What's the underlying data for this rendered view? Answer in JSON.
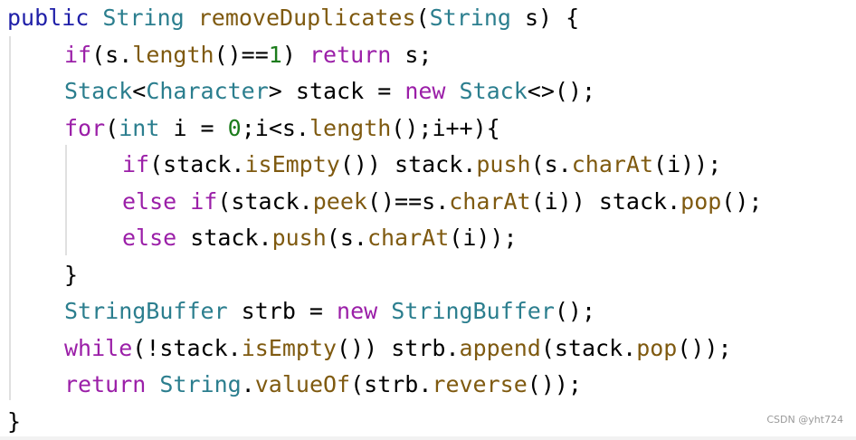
{
  "code": {
    "lines": [
      [
        {
          "t": "public ",
          "c": "kw-blue"
        },
        {
          "t": "String ",
          "c": "type"
        },
        {
          "t": "removeDuplicates",
          "c": "method"
        },
        {
          "t": "(",
          "c": "plain"
        },
        {
          "t": "String ",
          "c": "type"
        },
        {
          "t": "s) {",
          "c": "plain"
        }
      ],
      [
        {
          "t": "if",
          "c": "kw-purple"
        },
        {
          "t": "(s.",
          "c": "plain"
        },
        {
          "t": "length",
          "c": "method"
        },
        {
          "t": "()==",
          "c": "plain"
        },
        {
          "t": "1",
          "c": "num"
        },
        {
          "t": ") ",
          "c": "plain"
        },
        {
          "t": "return ",
          "c": "kw-purple"
        },
        {
          "t": "s;",
          "c": "plain"
        }
      ],
      [
        {
          "t": "Stack",
          "c": "type"
        },
        {
          "t": "<",
          "c": "plain"
        },
        {
          "t": "Character",
          "c": "type"
        },
        {
          "t": "> stack = ",
          "c": "plain"
        },
        {
          "t": "new ",
          "c": "kw-purple"
        },
        {
          "t": "Stack",
          "c": "type"
        },
        {
          "t": "<>();",
          "c": "plain"
        }
      ],
      [
        {
          "t": "for",
          "c": "kw-purple"
        },
        {
          "t": "(",
          "c": "plain"
        },
        {
          "t": "int ",
          "c": "type"
        },
        {
          "t": "i = ",
          "c": "plain"
        },
        {
          "t": "0",
          "c": "num"
        },
        {
          "t": ";i<s.",
          "c": "plain"
        },
        {
          "t": "length",
          "c": "method"
        },
        {
          "t": "();i++){",
          "c": "plain"
        }
      ],
      [
        {
          "t": "if",
          "c": "kw-purple"
        },
        {
          "t": "(stack.",
          "c": "plain"
        },
        {
          "t": "isEmpty",
          "c": "method"
        },
        {
          "t": "()) stack.",
          "c": "plain"
        },
        {
          "t": "push",
          "c": "method"
        },
        {
          "t": "(s.",
          "c": "plain"
        },
        {
          "t": "charAt",
          "c": "method"
        },
        {
          "t": "(i));",
          "c": "plain"
        }
      ],
      [
        {
          "t": "else if",
          "c": "kw-purple"
        },
        {
          "t": "(stack.",
          "c": "plain"
        },
        {
          "t": "peek",
          "c": "method"
        },
        {
          "t": "()==s.",
          "c": "plain"
        },
        {
          "t": "charAt",
          "c": "method"
        },
        {
          "t": "(i)) stack.",
          "c": "plain"
        },
        {
          "t": "pop",
          "c": "method"
        },
        {
          "t": "();",
          "c": "plain"
        }
      ],
      [
        {
          "t": "else ",
          "c": "kw-purple"
        },
        {
          "t": "stack.",
          "c": "plain"
        },
        {
          "t": "push",
          "c": "method"
        },
        {
          "t": "(s.",
          "c": "plain"
        },
        {
          "t": "charAt",
          "c": "method"
        },
        {
          "t": "(i));",
          "c": "plain"
        }
      ],
      [
        {
          "t": "}",
          "c": "plain"
        }
      ],
      [
        {
          "t": "StringBuffer ",
          "c": "type"
        },
        {
          "t": "strb = ",
          "c": "plain"
        },
        {
          "t": "new ",
          "c": "kw-purple"
        },
        {
          "t": "StringBuffer",
          "c": "type"
        },
        {
          "t": "();",
          "c": "plain"
        }
      ],
      [
        {
          "t": "while",
          "c": "kw-purple"
        },
        {
          "t": "(!stack.",
          "c": "plain"
        },
        {
          "t": "isEmpty",
          "c": "method"
        },
        {
          "t": "()) strb.",
          "c": "plain"
        },
        {
          "t": "append",
          "c": "method"
        },
        {
          "t": "(stack.",
          "c": "plain"
        },
        {
          "t": "pop",
          "c": "method"
        },
        {
          "t": "());",
          "c": "plain"
        }
      ],
      [
        {
          "t": "return ",
          "c": "kw-purple"
        },
        {
          "t": "String",
          "c": "type"
        },
        {
          "t": ".",
          "c": "plain"
        },
        {
          "t": "valueOf",
          "c": "method"
        },
        {
          "t": "(strb.",
          "c": "plain"
        },
        {
          "t": "reverse",
          "c": "method"
        },
        {
          "t": "());",
          "c": "plain"
        }
      ],
      [
        {
          "t": "}",
          "c": "plain"
        }
      ]
    ]
  },
  "watermark": "CSDN @yht724",
  "colors": {
    "keyword_blue": "#1f1fa8",
    "keyword_purple": "#9b1fa8",
    "type": "#2b7e8e",
    "method": "#7f5a10",
    "number": "#1c7c1c"
  }
}
